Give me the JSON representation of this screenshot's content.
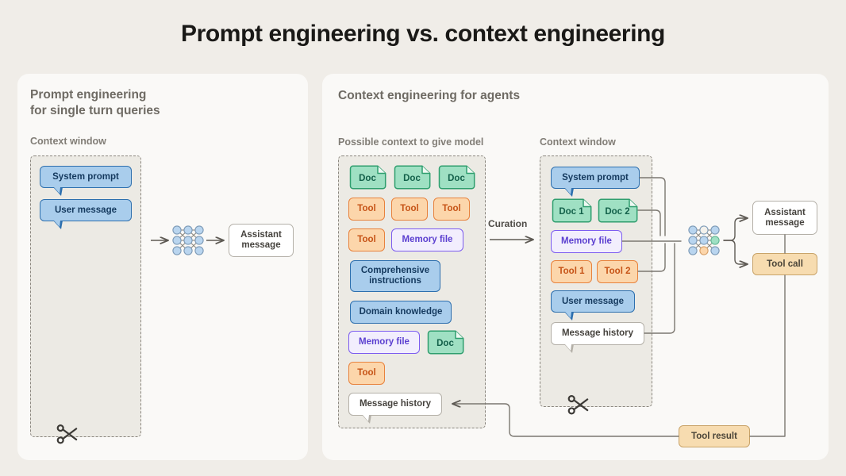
{
  "title": "Prompt engineering vs. context engineering",
  "colors": {
    "page_bg": "#f0ede8",
    "card_bg": "#faf9f7",
    "context_window_bg": "#eceae4",
    "blue_fill": "#a9cdec",
    "blue_border": "#2d6fae",
    "green_fill": "#9fe0c3",
    "green_border": "#2f9e6e",
    "orange_fill": "#fcd6ab",
    "orange_border": "#e8823c",
    "purple_fill": "#f2eefd",
    "purple_border": "#7c5cf0",
    "tan_fill": "#f7dcb0",
    "tan_border": "#c9a46a",
    "plain_fill": "#ffffff",
    "plain_border": "#b4b0a8",
    "connector": "#7b7770"
  },
  "left_panel": {
    "heading": "Prompt engineering\nfor single turn queries",
    "context_window_label": "Context window",
    "context_items": [
      {
        "label": "System prompt",
        "kind": "blue-bubble"
      },
      {
        "label": "User message",
        "kind": "blue-bubble"
      }
    ],
    "model_icon": "neural-network-icon",
    "output": {
      "label": "Assistant\nmessage",
      "kind": "plain"
    },
    "truncation_icon": "scissors-icon"
  },
  "right_panel": {
    "heading": "Context engineering for agents",
    "possible_context_label": "Possible context to give model",
    "context_window_label": "Context window",
    "curation_label": "Curation",
    "possible_context_items": [
      {
        "label": "Doc",
        "kind": "doc"
      },
      {
        "label": "Doc",
        "kind": "doc"
      },
      {
        "label": "Doc",
        "kind": "doc"
      },
      {
        "label": "Tool",
        "kind": "orange"
      },
      {
        "label": "Tool",
        "kind": "orange"
      },
      {
        "label": "Tool",
        "kind": "orange"
      },
      {
        "label": "Tool",
        "kind": "orange"
      },
      {
        "label": "Memory file",
        "kind": "purple"
      },
      {
        "label": "Comprehensive\ninstructions",
        "kind": "blue"
      },
      {
        "label": "Domain knowledge",
        "kind": "blue"
      },
      {
        "label": "Memory file",
        "kind": "purple"
      },
      {
        "label": "Doc",
        "kind": "doc"
      },
      {
        "label": "Tool",
        "kind": "orange"
      },
      {
        "label": "Message history",
        "kind": "plain-bubble"
      }
    ],
    "context_window_items": [
      {
        "label": "System prompt",
        "kind": "blue-bubble"
      },
      {
        "label": "Doc 1",
        "kind": "doc"
      },
      {
        "label": "Doc 2",
        "kind": "doc"
      },
      {
        "label": "Memory file",
        "kind": "purple"
      },
      {
        "label": "Tool 1",
        "kind": "orange"
      },
      {
        "label": "Tool 2",
        "kind": "orange"
      },
      {
        "label": "User message",
        "kind": "blue-bubble"
      },
      {
        "label": "Message history",
        "kind": "plain-bubble"
      }
    ],
    "model_icon": "neural-network-icon",
    "outputs": [
      {
        "label": "Assistant\nmessage",
        "kind": "plain"
      },
      {
        "label": "Tool call",
        "kind": "tan"
      }
    ],
    "feedback": {
      "label": "Tool result",
      "kind": "tan"
    },
    "truncation_icon": "scissors-icon"
  }
}
